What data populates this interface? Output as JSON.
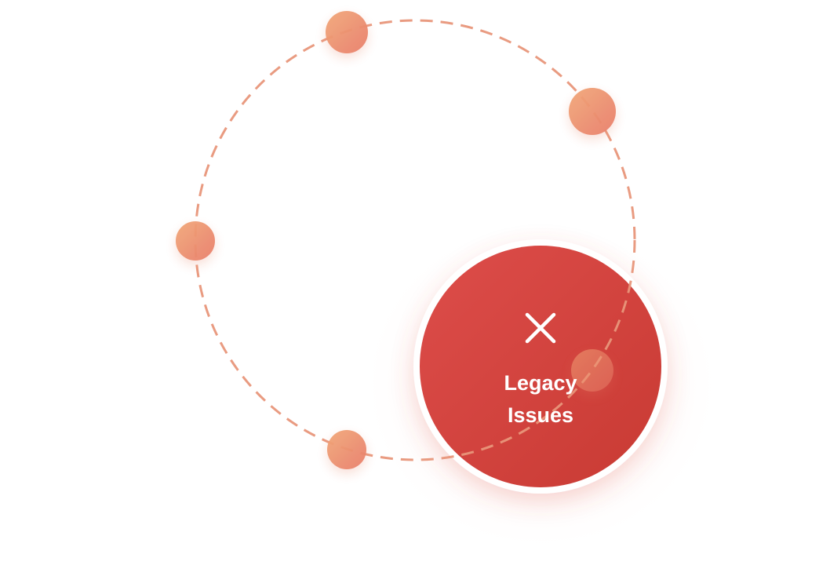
{
  "diagram": {
    "center_node": {
      "label_line1": "Legacy",
      "label_line2": "Issues",
      "icon": "close-icon"
    },
    "orbit_nodes": [
      {
        "name": "orbit-node-1"
      },
      {
        "name": "orbit-node-2"
      },
      {
        "name": "orbit-node-3"
      },
      {
        "name": "orbit-node-4"
      },
      {
        "name": "orbit-node-5"
      }
    ],
    "colors": {
      "orbit_dash": "#e8967a",
      "node_light": "#f2a878",
      "node_dark": "#e87d6a",
      "center_light": "#dd4d4a",
      "center_dark": "#c83a33",
      "center_ring": "#ffffff",
      "label": "#ffffff"
    }
  }
}
